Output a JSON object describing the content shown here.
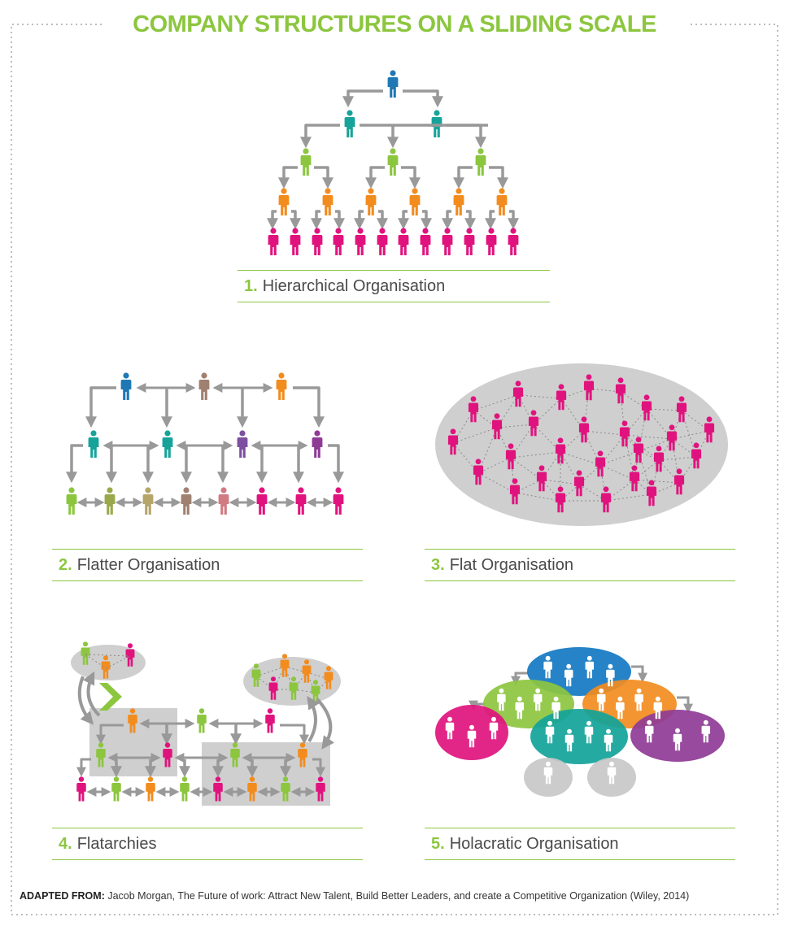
{
  "title": "COMPANY STRUCTURES ON A SLIDING SCALE",
  "colors": {
    "accent": "#8cc63f",
    "arrow": "#999999",
    "ellipse": "#cfcfcf",
    "blue": "#1f78b4",
    "teal": "#17a39a",
    "green": "#8cc63f",
    "orange": "#f28c1e",
    "magenta": "#e0137e",
    "brown": "#a08070",
    "purple": "#7d4fa0",
    "violet": "#8e3b96",
    "olive": "#9aa84a",
    "khaki": "#b5a56a",
    "rose": "#d07a82",
    "holacracy_blue": "#1378c2",
    "holacracy_green": "#8cc63f",
    "holacracy_orange": "#f28c1e",
    "holacracy_magenta": "#e0137e",
    "holacracy_teal": "#12a39a",
    "holacracy_purple": "#8e3b96",
    "holacracy_grey": "#c8c8c8"
  },
  "sections": [
    {
      "number": "1.",
      "label": "Hierarchical Organisation"
    },
    {
      "number": "2.",
      "label": "Flatter Organisation"
    },
    {
      "number": "3.",
      "label": "Flat Organisation"
    },
    {
      "number": "4.",
      "label": "Flatarchies"
    },
    {
      "number": "5.",
      "label": "Holacratic Organisation"
    }
  ],
  "icons": {
    "person": "person-icon",
    "arrow": "arrow-icon",
    "chevron": "chevron-right-icon"
  },
  "footer": {
    "label": "ADAPTED FROM:",
    "text": "Jacob Morgan, The Future of work: Attract New Talent, Build Better Leaders, and create a Competitive Organization (Wiley, 2014)"
  }
}
